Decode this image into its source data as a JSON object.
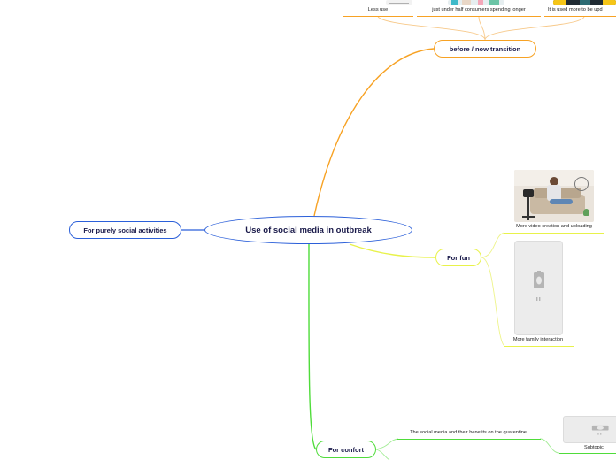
{
  "central": {
    "label": "Use of social media in outbreak"
  },
  "topics": {
    "social": {
      "label": "For purely social activities"
    },
    "before": {
      "label": "before / now transition"
    },
    "fun": {
      "label": "For fun"
    },
    "confort": {
      "label": "For confort"
    }
  },
  "before_subtopics": [
    {
      "label": "Less use"
    },
    {
      "label": "just under half consumers spending longer"
    },
    {
      "label": "It is used more to be upd"
    }
  ],
  "fun_subtopics": [
    {
      "label": "More video creation and uploading"
    },
    {
      "label": "More family interaction"
    }
  ],
  "confort_subtopics": [
    {
      "label": "The social media and their benefits on the quarentine"
    },
    {
      "label": "Subtopic"
    }
  ],
  "colors": {
    "central": "#2b5fd9",
    "social": "#2b5fd9",
    "before": "#f7a224",
    "fun": "#e8f24a",
    "confort": "#4fdc3a"
  }
}
